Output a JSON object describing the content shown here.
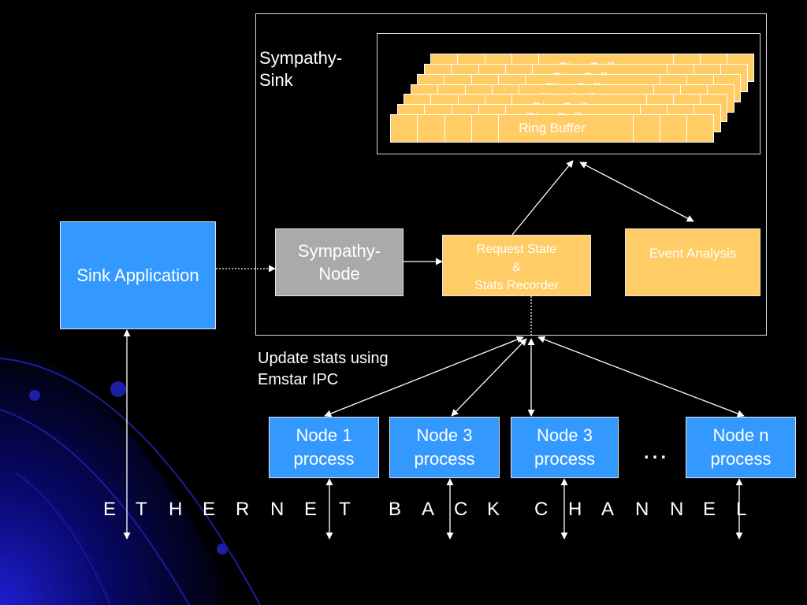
{
  "diagram": {
    "sink_container_label": "Sympathy-\nSink",
    "ring_buffer_label": "Ring Buffer",
    "ring_buffer_stack_count": 7,
    "sympathy_node_label": "Sympathy-\nNode",
    "request_state_label": "Request State\n&\nStats Recorder",
    "event_analysis_label": "Event Analysis",
    "sink_application_label": "Sink Application",
    "update_stats_label": "Update stats using\nEmstar IPC",
    "nodes": [
      {
        "label": "Node 1\nprocess"
      },
      {
        "label": "Node 3\nprocess"
      },
      {
        "label": "Node 3\nprocess"
      },
      {
        "label": "Node n\nprocess"
      }
    ],
    "ellipsis": "…",
    "ethernet_letters": [
      "E",
      "T",
      "H",
      "E",
      "R",
      "N",
      "E",
      "T",
      "B",
      "A",
      "C",
      "K",
      "C",
      "H",
      "A",
      "N",
      "N",
      "E",
      "L"
    ],
    "colors": {
      "background": "#000000",
      "blue_box": "#3399ff",
      "gold_box": "#ffcc66",
      "gray_box": "#aaaaaa",
      "line": "#ffffff"
    }
  }
}
